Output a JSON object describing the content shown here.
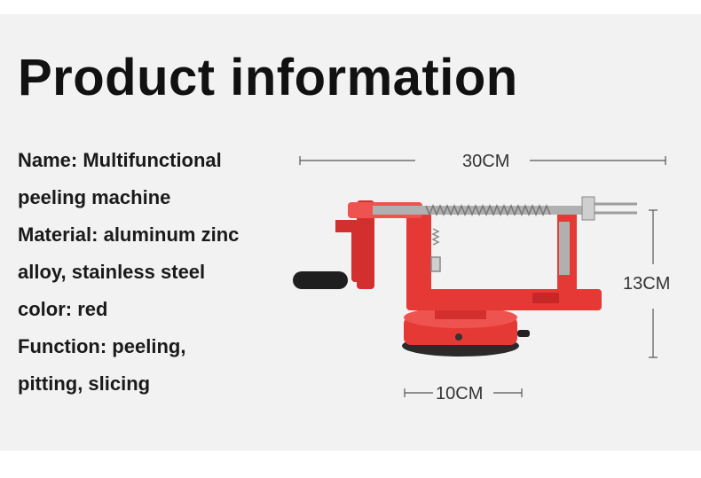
{
  "title": "Product information",
  "specs": [
    "Name: Multifunctional",
    "peeling machine",
    "Material: aluminum zinc",
    "alloy, stainless steel",
    "color: red",
    "Function: peeling,",
    "pitting, slicing"
  ],
  "dimensions": {
    "length": "30CM",
    "height": "13CM",
    "base": "10CM"
  },
  "colors": {
    "product_red": "#e53935",
    "steel": "#b0b0b0"
  }
}
